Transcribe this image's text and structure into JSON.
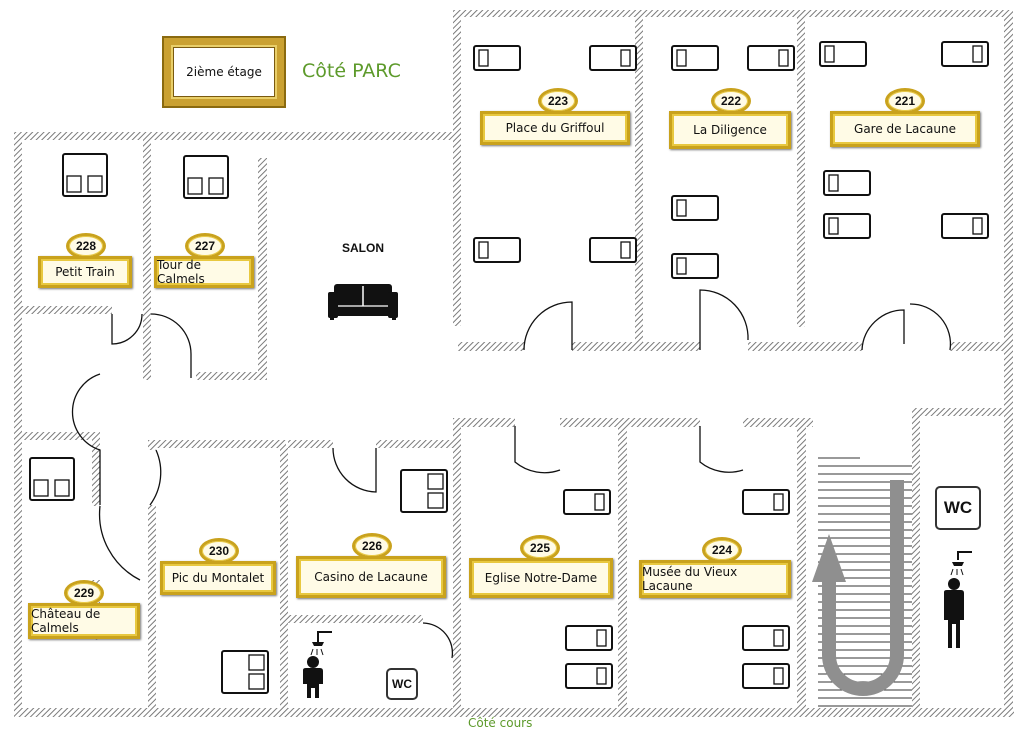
{
  "floor_label": "2ième étage",
  "side_label": "Côté PARC",
  "salon_label": "SALON",
  "wc_label": "WC",
  "footer_label": "Côté cours",
  "rooms": [
    {
      "number": "223",
      "name": "Place du Griffoul"
    },
    {
      "number": "222",
      "name": "La Diligence"
    },
    {
      "number": "221",
      "name": "Gare de Lacaune"
    },
    {
      "number": "228",
      "name": "Petit Train"
    },
    {
      "number": "227",
      "name": "Tour de Calmels"
    },
    {
      "number": "229",
      "name": "Château de Calmels"
    },
    {
      "number": "230",
      "name": "Pic du Montalet"
    },
    {
      "number": "226",
      "name": "Casino de Lacaune"
    },
    {
      "number": "225",
      "name": "Eglise Notre-Dame"
    },
    {
      "number": "224",
      "name": "Musée du Vieux Lacaune"
    }
  ],
  "colors": {
    "wall_hatch": "#8c8c8c",
    "plate_gold": "#c9a21d",
    "title_green": "#5d9a2b",
    "arrow_gray": "#8f8f8f"
  }
}
